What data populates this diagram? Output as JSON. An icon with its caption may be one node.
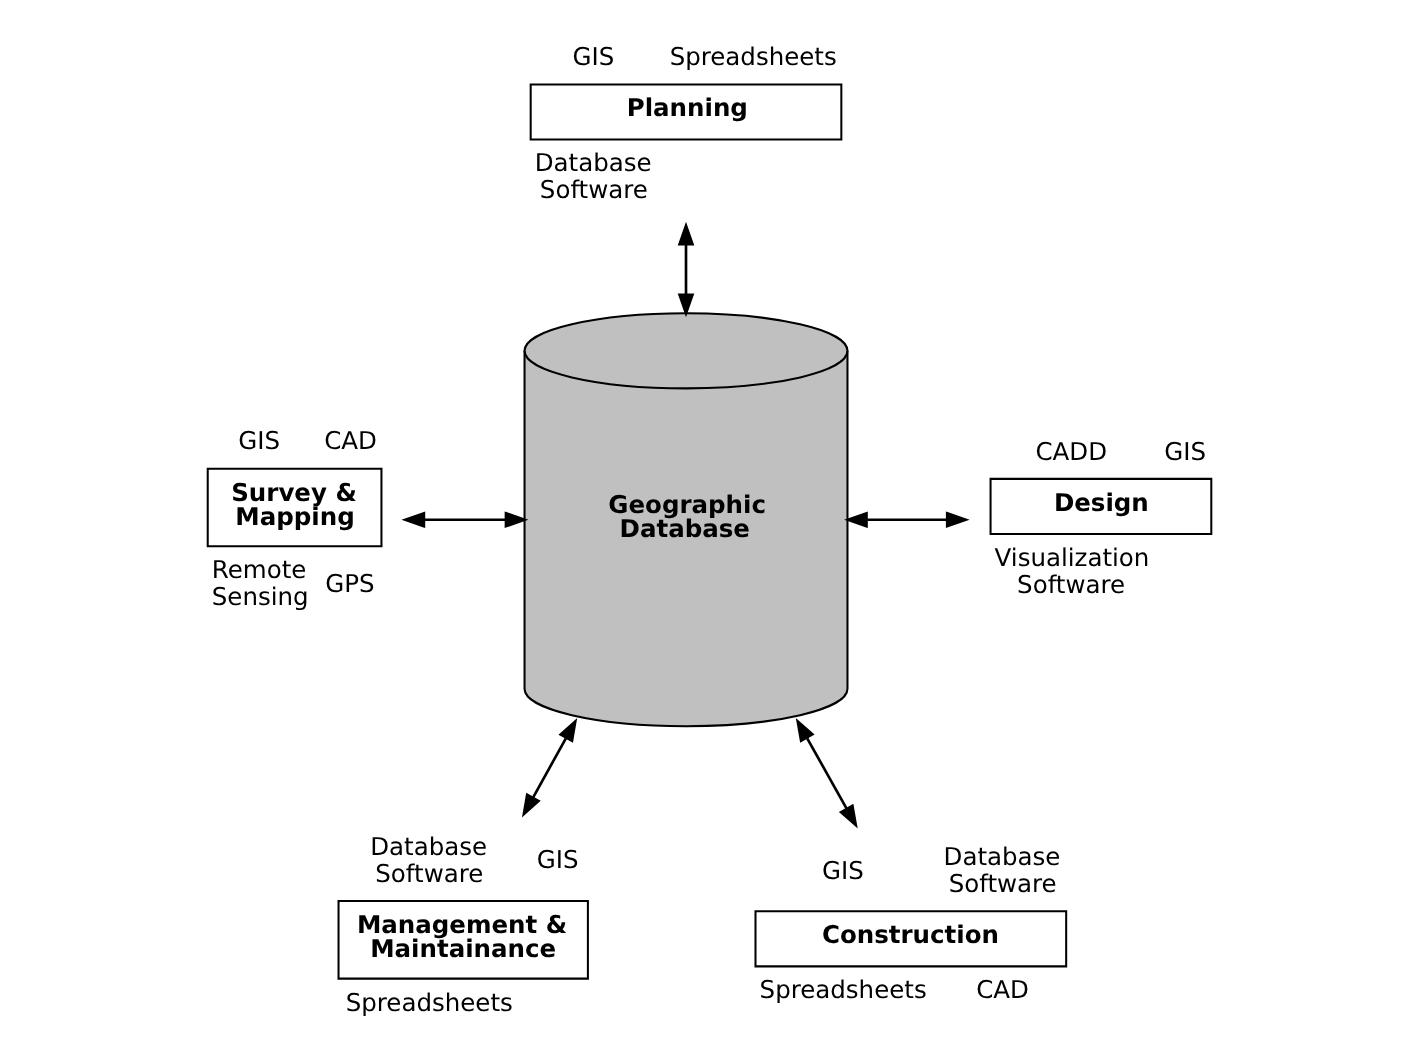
{
  "diagram": {
    "nodes": [
      {
        "text": [
          "Geographic Database"
        ]
      },
      {
        "text": [
          "Planning"
        ],
        "beside": [
          "GIS",
          "Spreadsheets",
          "Database Software"
        ]
      },
      {
        "text": [
          "Survey & Mapping"
        ],
        "beside": [
          "GIS",
          "CAD",
          "Remote Sensing",
          "GPS"
        ]
      },
      {
        "text": [
          "Design"
        ],
        "beside": [
          "CADD",
          "GIS",
          "Visualization Software"
        ]
      },
      {
        "text": [
          "Management & Maintainance"
        ],
        "beside": [
          "Database Software",
          "GIS",
          "Spreadsheets"
        ]
      },
      {
        "text": [
          "Construction"
        ],
        "beside": [
          "GIS",
          "Database Software",
          "Spreadsheets",
          "CAD"
        ]
      }
    ],
    "edges": [
      {
        "from": 1,
        "to": 0,
        "arrow": "both"
      },
      {
        "from": 2,
        "to": 0,
        "arrow": "both"
      },
      {
        "from": 0,
        "to": 3,
        "arrow": "both"
      },
      {
        "from": 0,
        "to": 4,
        "arrow": "both"
      },
      {
        "from": 0,
        "to": 5,
        "arrow": "both"
      }
    ]
  }
}
